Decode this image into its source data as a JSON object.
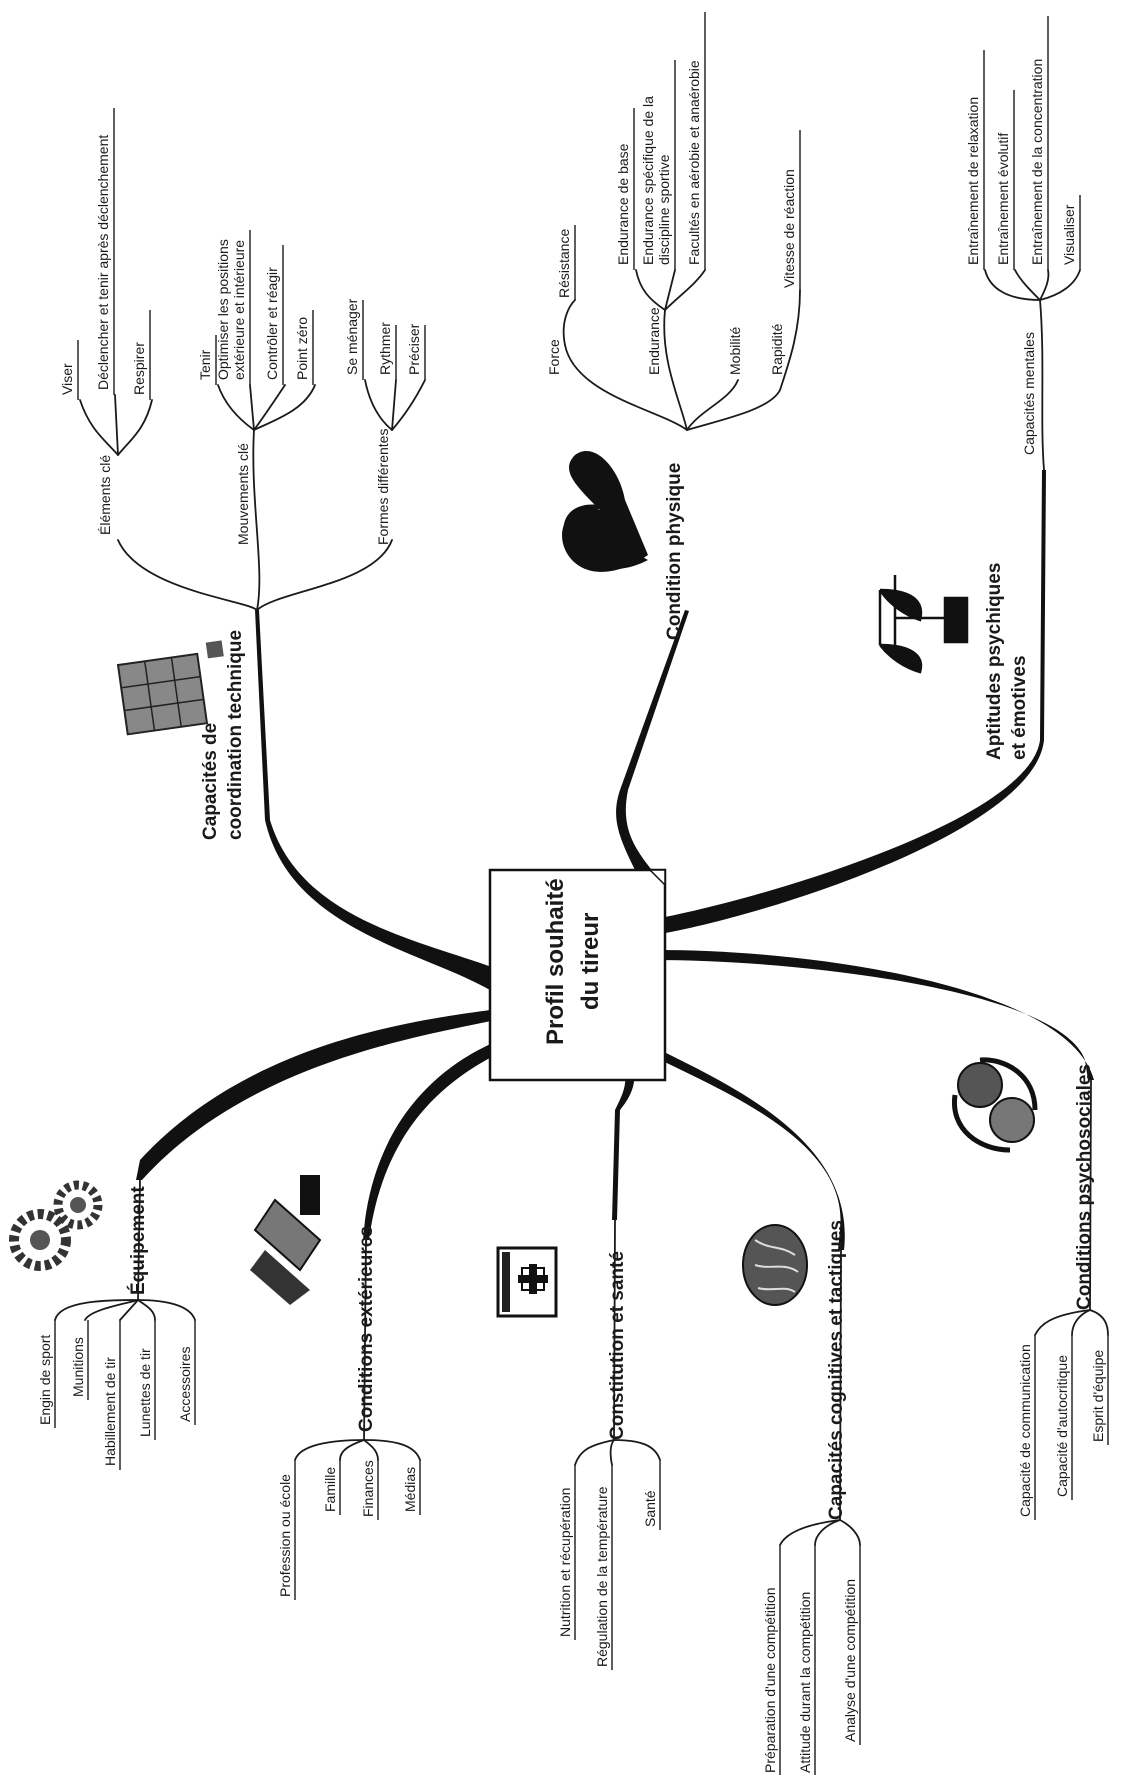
{
  "center": {
    "line1": "Profil souhaité",
    "line2": "du tireur"
  },
  "branches": {
    "coordination": {
      "title_l1": "Capacités de",
      "title_l2": "coordination technique",
      "subs": {
        "elements": {
          "label": "Éléments clé",
          "leaves": [
            "Viser",
            "Déclencher et tenir après déclenchement",
            "Respirer"
          ]
        },
        "mouvements": {
          "label": "Mouvements clé",
          "leaves": [
            "Tenir",
            "Optimiser les positions",
            "extérieure et intérieure",
            "Contrôler et réagir",
            "Point zéro"
          ]
        },
        "formes": {
          "label": "Formes différentes",
          "leaves": [
            "Se ménager",
            "Rythmer",
            "Préciser"
          ]
        }
      }
    },
    "physique": {
      "title": "Condition physique",
      "subs": {
        "force": {
          "label": "Force",
          "leaves": [
            "Résistance"
          ]
        },
        "endurance": {
          "label": "Endurance",
          "leaves": [
            "Endurance de base",
            "Endurance spécifique de la",
            "discipline sportive",
            "Facultés en aérobie et anaérobie"
          ]
        },
        "mobilite": {
          "label": "Mobilité"
        },
        "rapidite": {
          "label": "Rapidité",
          "leaves": [
            "Vitesse de réaction"
          ]
        }
      }
    },
    "psychiques": {
      "title_l1": "Aptitudes psychiques",
      "title_l2": "et émotives",
      "subs": {
        "mentales": {
          "label": "Capacités mentales",
          "leaves": [
            "Entraînement de relaxation",
            "Entraînement évolutif",
            "Entraînement de la concentration",
            "Visualiser"
          ]
        }
      }
    },
    "equipement": {
      "title": "Équipement",
      "leaves": [
        "Engin de sport",
        "Munitions",
        "Habillement de tir",
        "Lunettes de tir",
        "Accessoires"
      ]
    },
    "exterieures": {
      "title": "Conditions extérieures",
      "leaves": [
        "Profession ou école",
        "Famille",
        "Finances",
        "Médias"
      ]
    },
    "constitution": {
      "title": "Constitution et santé",
      "leaves": [
        "Nutrition et récupération",
        "Régulation de la température",
        "Santé"
      ]
    },
    "cognitives": {
      "title": "Capacités cognitives et tactiques",
      "leaves": [
        "Préparation d'une compétition",
        "Attitude durant la compétition",
        "Analyse d'une compétition"
      ]
    },
    "psychosociales": {
      "title": "Conditions psychosociales",
      "leaves": [
        "Capacité de communication",
        "Capacité d'autocritique",
        "Esprit d'équipe"
      ]
    }
  },
  "icons": [
    "puzzle-icon",
    "heart-icon",
    "scales-icon",
    "gears-icon",
    "handshake-icon",
    "first-aid-icon",
    "brain-icon",
    "people-icon"
  ]
}
